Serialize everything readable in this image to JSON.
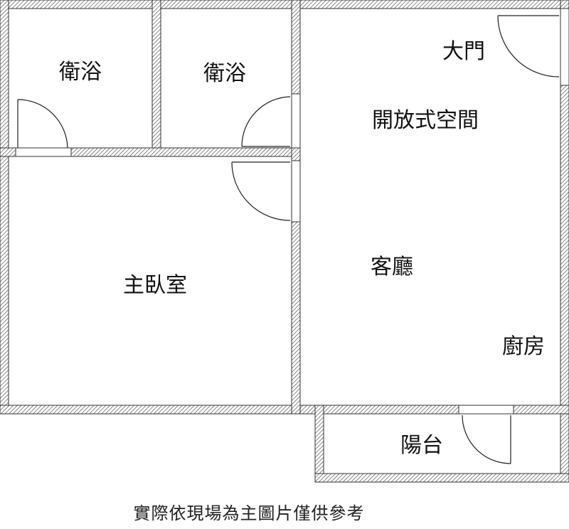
{
  "rooms": {
    "bath_1": "衛浴",
    "bath_2": "衛浴",
    "front_door": "大門",
    "open_space": "開放式空間",
    "master_bedroom": "主臥室",
    "living_room": "客廳",
    "kitchen": "廚房",
    "balcony": "陽台"
  },
  "footnote": "實際依現場為主圖片僅供參考",
  "colors": {
    "wall_hatch": "#555555",
    "wall_fill": "#ffffff",
    "line": "#333333",
    "text": "#111111"
  }
}
